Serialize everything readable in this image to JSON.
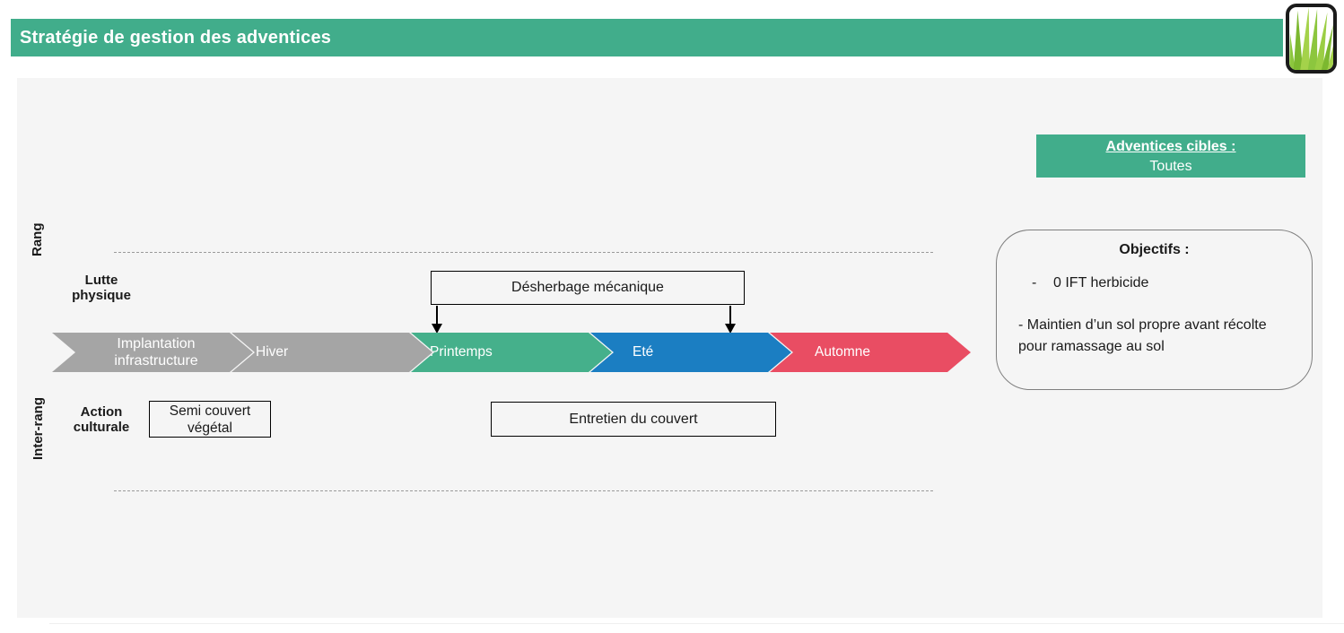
{
  "header": {
    "title": "Stratégie de gestion des adventices",
    "bg_color": "#41AD8B"
  },
  "logo": {
    "icon": "grass-icon",
    "blade_color_light": "#A4D24A",
    "blade_color_dark": "#7CB82F"
  },
  "target_box": {
    "title": "Adventices cibles :",
    "value": "Toutes",
    "bg_color": "#41AD8B"
  },
  "objectives": {
    "title": "Objectifs :",
    "item1_bullet": "-",
    "item1_text": "0 IFT herbicide",
    "item2_text": "- Maintien d’un sol propre avant récolte pour ramassage au sol"
  },
  "row_labels": {
    "rang": "Rang",
    "inter_rang": "Inter-rang",
    "lutte_physique": "Lutte physique",
    "action_culturale": "Action culturale"
  },
  "timeline": {
    "phases": [
      {
        "label": "Implantation infrastructure",
        "color": "#A5A5A5"
      },
      {
        "label": "Hiver",
        "color": "#A5A5A5"
      },
      {
        "label": "Printemps",
        "color": "#45B08B"
      },
      {
        "label": "Eté",
        "color": "#1B7EC2"
      },
      {
        "label": "Automne",
        "color": "#E94D63"
      }
    ]
  },
  "action_boxes": {
    "mechanical_weeding": "Désherbage mécanique",
    "cover_sowing": "Semi couvert végétal",
    "cover_maintenance": "Entretien du couvert"
  }
}
